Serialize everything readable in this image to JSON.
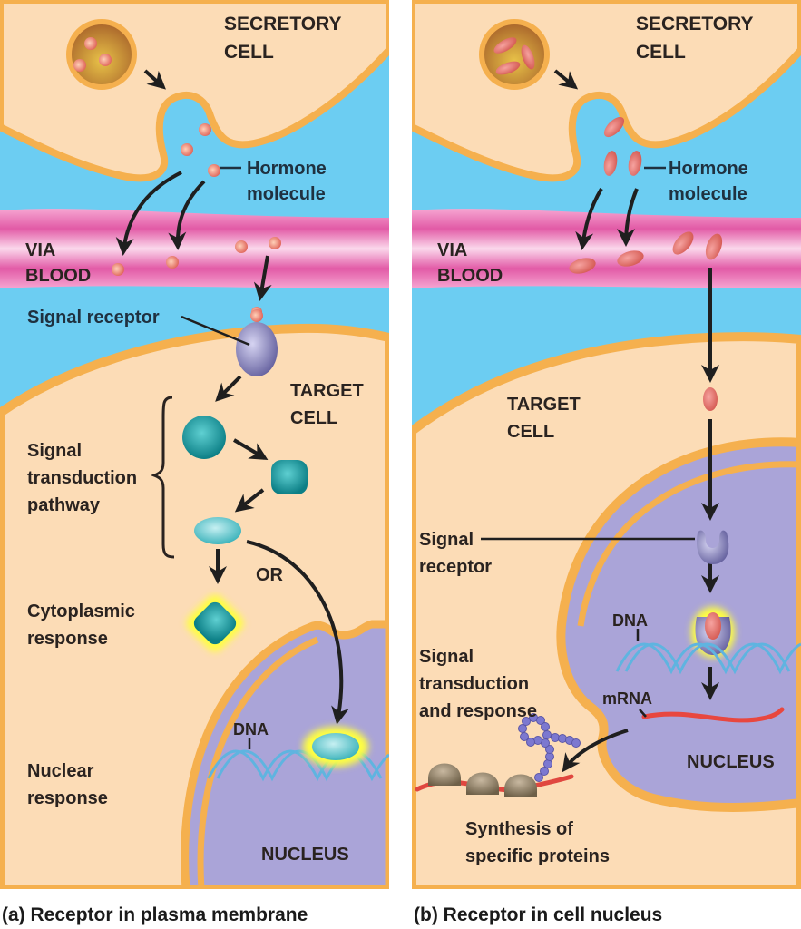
{
  "figure": {
    "panels": [
      {
        "id": "a",
        "caption": "(a) Receptor in plasma membrane",
        "labels": {
          "secretory_cell_line1": "SECRETORY",
          "secretory_cell_line2": "CELL",
          "hormone_line1": "Hormone",
          "hormone_line2": "molecule",
          "via_blood_line1": "VIA",
          "via_blood_line2": "BLOOD",
          "signal_receptor": "Signal receptor",
          "target_cell_line1": "TARGET",
          "target_cell_line2": "CELL",
          "pathway_line1": "Signal",
          "pathway_line2": "transduction",
          "pathway_line3": "pathway",
          "or": "OR",
          "cytoplasmic_line1": "Cytoplasmic",
          "cytoplasmic_line2": "response",
          "dna": "DNA",
          "nuclear_line1": "Nuclear",
          "nuclear_line2": "response",
          "nucleus": "NUCLEUS"
        }
      },
      {
        "id": "b",
        "caption": "(b) Receptor in cell nucleus",
        "labels": {
          "secretory_cell_line1": "SECRETORY",
          "secretory_cell_line2": "CELL",
          "hormone_line1": "Hormone",
          "hormone_line2": "molecule",
          "via_blood_line1": "VIA",
          "via_blood_line2": "BLOOD",
          "target_cell_line1": "TARGET",
          "target_cell_line2": "CELL",
          "signal_receptor_line1": "Signal",
          "signal_receptor_line2": "receptor",
          "dna": "DNA",
          "transduction_line1": "Signal",
          "transduction_line2": "transduction",
          "transduction_line3": "and response",
          "mrna": "mRNA",
          "nucleus": "NUCLEUS",
          "synthesis_line1": "Synthesis of",
          "synthesis_line2": "specific proteins"
        }
      }
    ],
    "colors": {
      "cytoplasm": "#fcdcb6",
      "membrane": "#f5b04e",
      "extracellular": "#6ccdf2",
      "blood": "#f08cc4",
      "nucleus": "#aaa4d8",
      "hormone": "#e8736a",
      "transduction_protein": "#1aa3a8",
      "receptor": "#8a84c4",
      "arrow": "#1f1f1f"
    }
  }
}
